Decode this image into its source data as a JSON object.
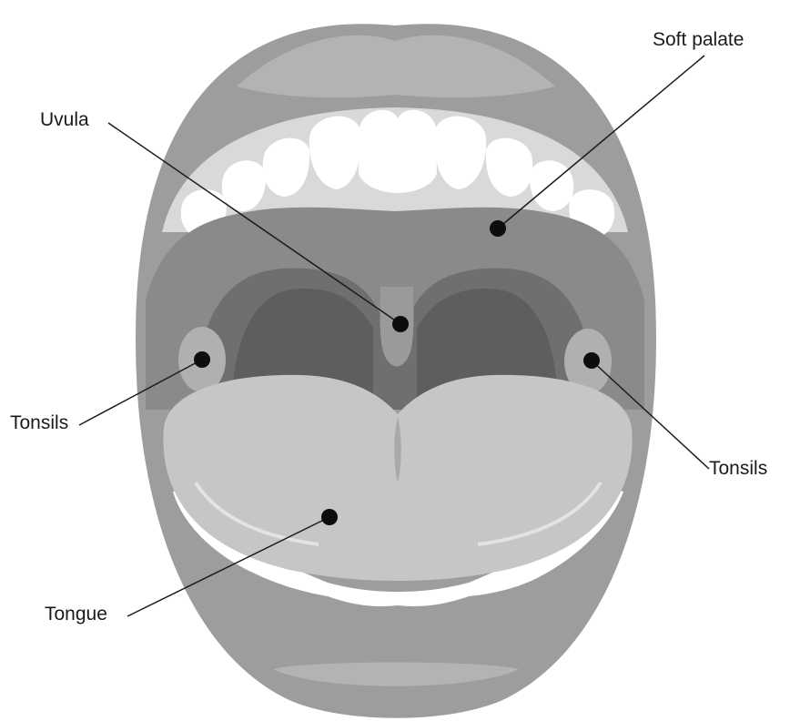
{
  "labels": {
    "soft_palate": "Soft palate",
    "uvula": "Uvula",
    "tonsils_left": "Tonsils",
    "tonsils_right": "Tonsils",
    "tongue": "Tongue"
  },
  "colors": {
    "lips": "#9d9d9d",
    "lip_highlight": "#b3b3b3",
    "teeth": "#ffffff",
    "gums": "#d9d9d9",
    "palate": "#8a8a8a",
    "throat": "#6f6f6f",
    "tongue": "#c6c6c6",
    "marker": "#0d0d0d",
    "leader_line": "#1a1a1a"
  }
}
